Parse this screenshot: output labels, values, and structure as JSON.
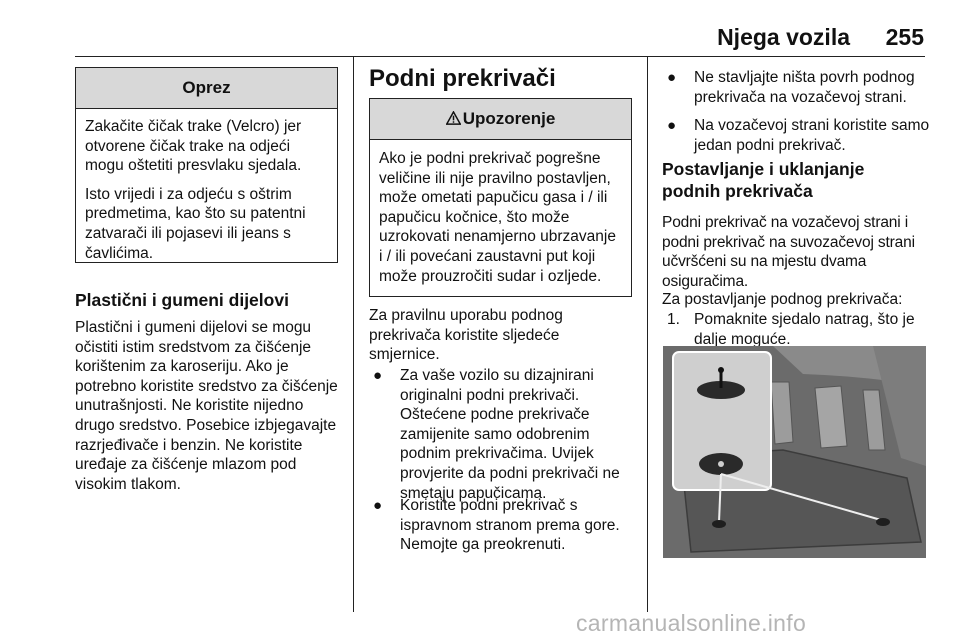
{
  "header": {
    "section_title": "Njega vozila",
    "page_number": "255"
  },
  "caution_box": {
    "title": "Oprez",
    "paragraphs": [
      "Zakačite čičak trake (Velcro) jer otvorene čičak trake na odjeći mogu oštetiti presvlaku sjedala.",
      "Isto vrijedi i za odjeću s oštrim predmetima, kao što su patentni zatvarači ili pojasevi ili jeans s čavlićima."
    ]
  },
  "plastic_rubber": {
    "heading": "Plastični i gumeni dijelovi",
    "text": "Plastični i gumeni dijelovi se mogu očistiti istim sredstvom za čišćenje korištenim za karoseriju. Ako je potrebno koristite sredstvo za čišćenje unutrašnjosti. Ne koristite nijedno drugo sredstvo. Posebice izbjegavajte razrjeđivače i benzin. Ne koristite uređaje za čišćenje mlazom pod visokim tlakom."
  },
  "floor_mats": {
    "heading": "Podni prekrivači",
    "warning_title": "Upozorenje",
    "warning_text": "Ako je podni prekrivač pogrešne veličine ili nije pravilno postavljen, može ometati papučicu gasa i / ili papučicu kočnice, što može uzrokovati nenamjerno ubrzavanje i / ili povećani zaustavni put koji može prouzročiti sudar i ozljede.",
    "intro": "Za pravilnu uporabu podnog prekrivača koristite sljedeće smjernice.",
    "bullets": [
      "Za vaše vozilo su dizajnirani originalni podni prekrivači. Oštećene podne prekrivače zamijenite samo odobrenim podnim prekrivačima. Uvijek provjerite da podni prekrivači ne smetaju papučicama.",
      "Koristite podni prekrivač s ispravnom stranom prema gore. Nemojte ga preokrenuti.",
      "Ne stavljajte ništa povrh podnog prekrivača na vozačevoj strani.",
      "Na vozačevoj strani koristite samo jedan podni prekrivač."
    ]
  },
  "install": {
    "heading": "Postavljanje i uklanjanje podnih prekrivača",
    "text1": "Podni prekrivač na vozačevoj strani i podni prekrivač na suvozačevoj strani učvršćeni su na mjestu dvama osiguračima.",
    "text2": "Za postavljanje podnog prekrivača:",
    "step_number": "1.",
    "step_text": "Pomaknite sjedalo natrag, što je dalje moguće."
  },
  "icons": {
    "warning": "warning-triangle-icon",
    "bullet": "bullet-dot-icon"
  },
  "watermark": "carmanualsonline.info"
}
